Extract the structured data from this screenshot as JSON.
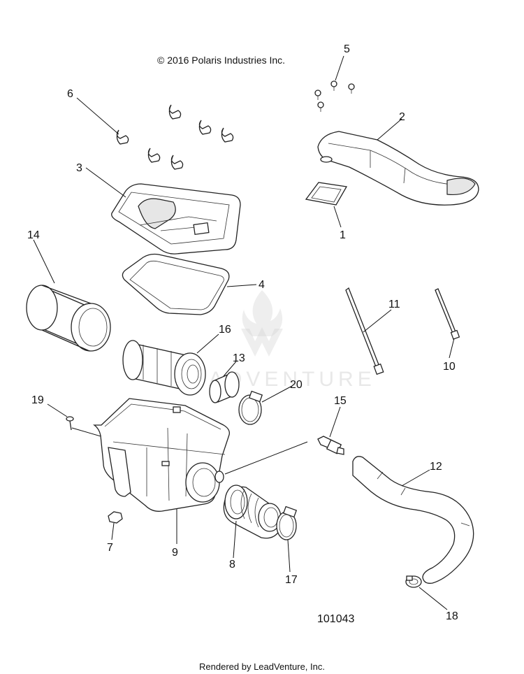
{
  "copyright": "© 2016 Polaris Industries Inc.",
  "diagram_number": "101043",
  "footer": "Rendered by LeadVenture, Inc.",
  "watermark": "LEADVENTURE",
  "callouts": [
    {
      "id": "1",
      "label": "1"
    },
    {
      "id": "2",
      "label": "2"
    },
    {
      "id": "3",
      "label": "3"
    },
    {
      "id": "4",
      "label": "4"
    },
    {
      "id": "5",
      "label": "5"
    },
    {
      "id": "6",
      "label": "6"
    },
    {
      "id": "7",
      "label": "7"
    },
    {
      "id": "8",
      "label": "8"
    },
    {
      "id": "9",
      "label": "9"
    },
    {
      "id": "10",
      "label": "10"
    },
    {
      "id": "11",
      "label": "11"
    },
    {
      "id": "12",
      "label": "12"
    },
    {
      "id": "13",
      "label": "13"
    },
    {
      "id": "14",
      "label": "14"
    },
    {
      "id": "15",
      "label": "15"
    },
    {
      "id": "16",
      "label": "16"
    },
    {
      "id": "17",
      "label": "17"
    },
    {
      "id": "18",
      "label": "18"
    },
    {
      "id": "19",
      "label": "19"
    },
    {
      "id": "20",
      "label": "20"
    }
  ]
}
